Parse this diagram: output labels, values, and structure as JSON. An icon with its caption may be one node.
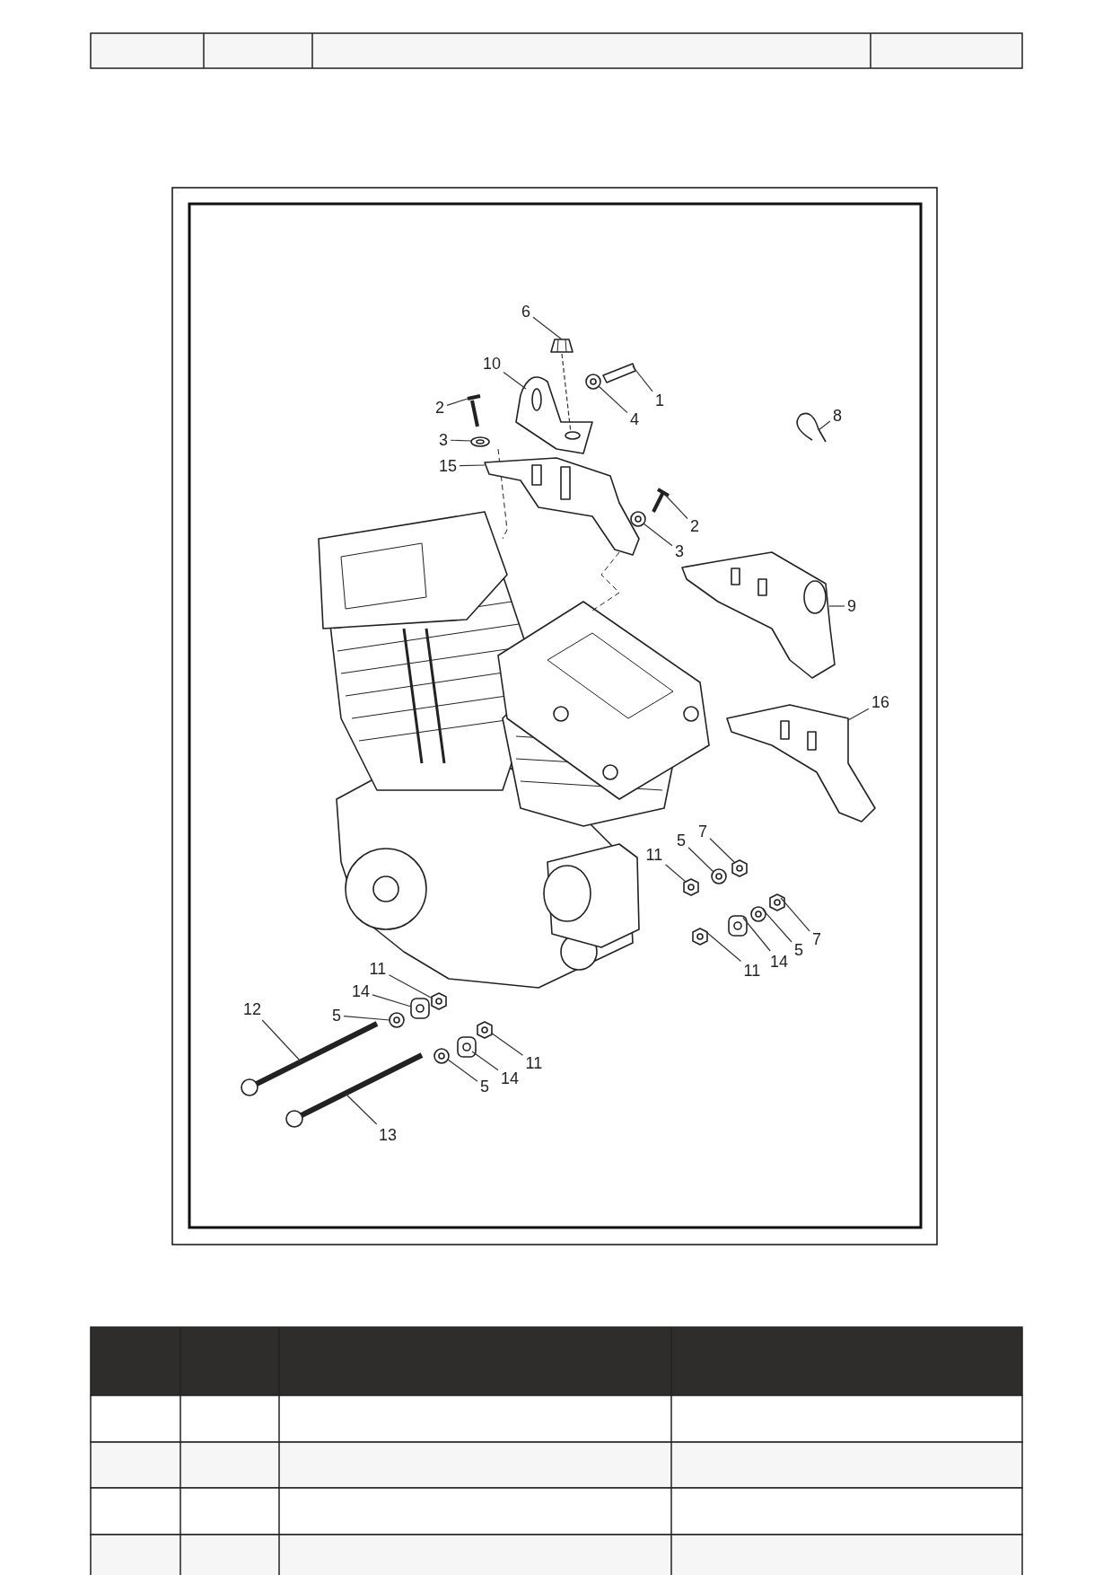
{
  "diagram": {
    "nodes": [
      {
        "text": [
          "6"
        ]
      },
      {
        "text": [
          "10"
        ]
      },
      {
        "text": [
          "1"
        ]
      },
      {
        "text": [
          "2"
        ]
      },
      {
        "text": [
          "8"
        ]
      },
      {
        "text": [
          "4"
        ]
      },
      {
        "text": [
          "3"
        ]
      },
      {
        "text": [
          "15"
        ]
      },
      {
        "text": [
          "2"
        ]
      },
      {
        "text": [
          "3"
        ]
      },
      {
        "text": [
          "9"
        ]
      },
      {
        "text": [
          "16"
        ]
      },
      {
        "text": [
          "7"
        ]
      },
      {
        "text": [
          "5"
        ]
      },
      {
        "text": [
          "11"
        ]
      },
      {
        "text": [
          "7"
        ]
      },
      {
        "text": [
          "5"
        ]
      },
      {
        "text": [
          "14"
        ]
      },
      {
        "text": [
          "11"
        ]
      },
      {
        "text": [
          "11"
        ]
      },
      {
        "text": [
          "14"
        ]
      },
      {
        "text": [
          "5"
        ]
      },
      {
        "text": [
          "12"
        ]
      },
      {
        "text": [
          "11"
        ]
      },
      {
        "text": [
          "14"
        ]
      },
      {
        "text": [
          "5"
        ]
      },
      {
        "text": [
          "13"
        ]
      },
      {
        "text": [],
        "shape": "picture"
      },
      {
        "text": [],
        "shape": "picture"
      },
      {
        "text": [],
        "shape": "picture"
      },
      {
        "text": [],
        "shape": "picture"
      },
      {
        "text": [],
        "shape": "picture"
      },
      {
        "text": [],
        "shape": "picture"
      },
      {
        "text": [],
        "shape": "picture"
      },
      {
        "text": [],
        "shape": "picture"
      },
      {
        "text": [],
        "shape": "picture"
      },
      {
        "text": [],
        "shape": "picture"
      },
      {
        "text": [],
        "shape": "picture"
      },
      {
        "text": [],
        "shape": "picture"
      },
      {
        "text": [],
        "shape": "picture"
      },
      {
        "text": [],
        "shape": "picture"
      },
      {
        "text": [],
        "shape": "picture"
      },
      {
        "text": [],
        "shape": "picture"
      },
      {
        "text": [],
        "shape": "picture"
      },
      {
        "text": [],
        "shape": "picture"
      },
      {
        "text": [],
        "shape": "picture"
      },
      {
        "text": [],
        "shape": "picture"
      },
      {
        "text": [],
        "shape": "picture"
      },
      {
        "text": [],
        "shape": "picture"
      },
      {
        "text": [],
        "shape": "picture"
      },
      {
        "text": [],
        "shape": "picture"
      },
      {
        "text": [],
        "shape": "picture"
      },
      {
        "text": [],
        "shape": "picture"
      },
      {
        "text": [],
        "shape": "picture"
      }
    ],
    "edges": [
      {
        "from": 0,
        "to": 27,
        "arrow": "none"
      },
      {
        "from": 27,
        "to": 28,
        "arrow": "none",
        "style": "dashed"
      },
      {
        "from": 1,
        "to": 28,
        "arrow": "none"
      },
      {
        "from": 2,
        "to": 29,
        "arrow": "none"
      },
      {
        "from": 3,
        "to": 30,
        "arrow": "none"
      },
      {
        "from": 4,
        "to": 31,
        "arrow": "none"
      },
      {
        "from": 5,
        "to": 32,
        "arrow": "none"
      },
      {
        "from": 6,
        "to": 33,
        "arrow": "none"
      },
      {
        "from": 7,
        "to": 34,
        "arrow": "none"
      },
      {
        "from": 8,
        "to": 35,
        "arrow": "none"
      },
      {
        "from": 9,
        "to": 36,
        "arrow": "none"
      },
      {
        "from": 10,
        "to": 37,
        "arrow": "none"
      },
      {
        "from": 11,
        "to": 38,
        "arrow": "none"
      },
      {
        "from": 12,
        "to": 39,
        "arrow": "none"
      },
      {
        "from": 13,
        "to": 40,
        "arrow": "none"
      },
      {
        "from": 14,
        "to": 41,
        "arrow": "none"
      },
      {
        "from": 15,
        "to": 42,
        "arrow": "none"
      },
      {
        "from": 16,
        "to": 43,
        "arrow": "none"
      },
      {
        "from": 17,
        "to": 44,
        "arrow": "none"
      },
      {
        "from": 18,
        "to": 45,
        "arrow": "none"
      },
      {
        "from": 19,
        "to": 46,
        "arrow": "none"
      },
      {
        "from": 20,
        "to": 47,
        "arrow": "none"
      },
      {
        "from": 21,
        "to": 48,
        "arrow": "none"
      },
      {
        "from": 22,
        "to": 49,
        "arrow": "none"
      },
      {
        "from": 23,
        "to": 50,
        "arrow": "none"
      },
      {
        "from": 24,
        "to": 51,
        "arrow": "none"
      },
      {
        "from": 25,
        "to": 52,
        "arrow": "none"
      },
      {
        "from": 26,
        "to": 53,
        "arrow": "none"
      }
    ]
  }
}
